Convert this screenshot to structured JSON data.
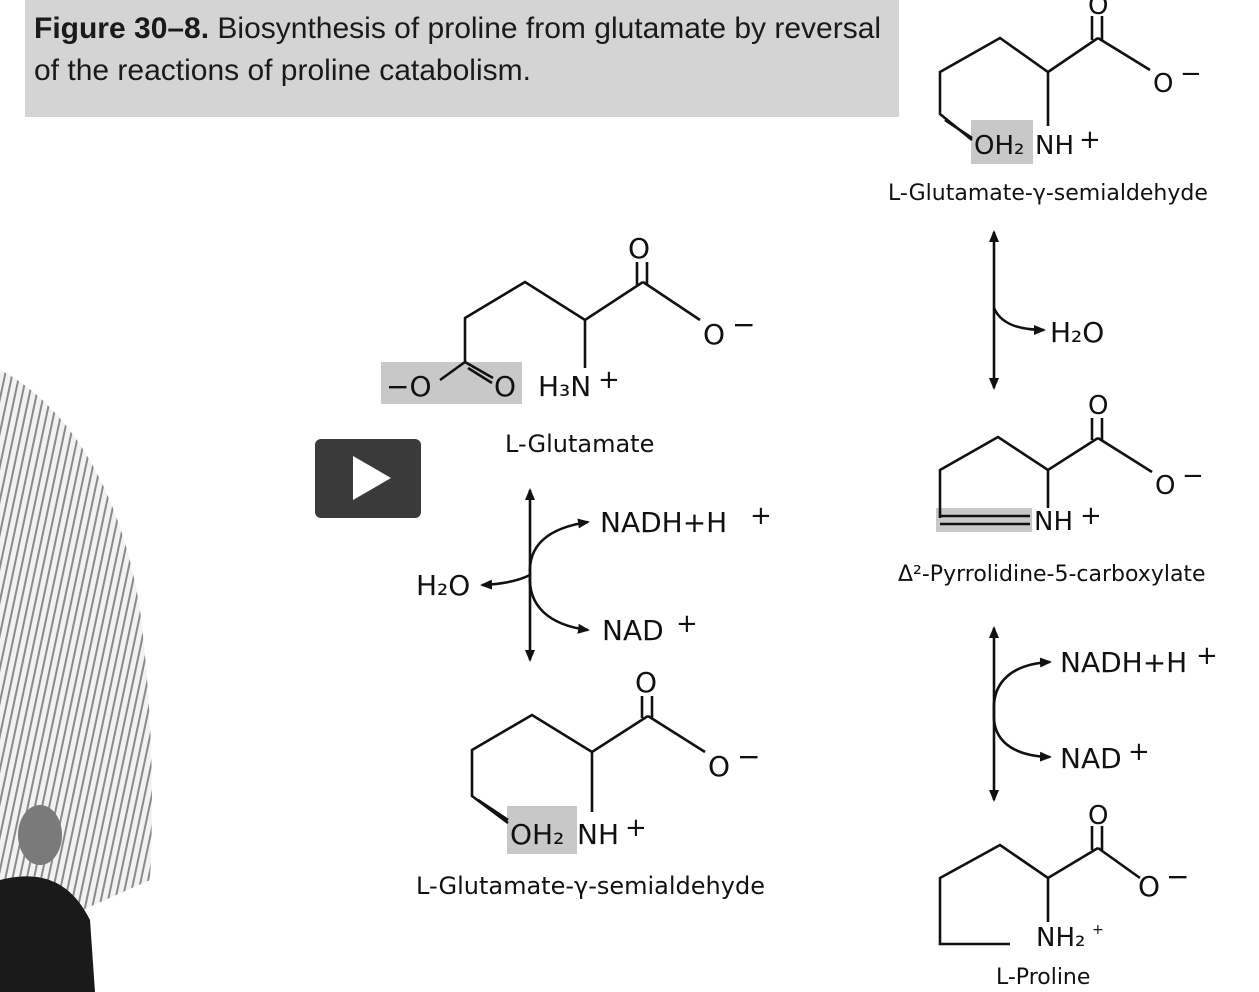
{
  "caption": {
    "figure_number": "Figure 30–8.",
    "text": "Biosynthesis of proline from glutamate by reversal of the reactions of proline catabolism."
  },
  "molecules": {
    "glutamate": {
      "name": "L-Glutamate",
      "carbonyl_o": "O",
      "carboxylate_o": "O",
      "carboxylate_charge": "−",
      "side_o_left": "−O",
      "side_o_right": "O",
      "amine": "H₃N",
      "amine_charge": "+"
    },
    "semialdehyde_left": {
      "name": "L-Glutamate-γ-semialdehyde",
      "carbonyl_o": "O",
      "carboxylate_o": "O",
      "carboxylate_charge": "−",
      "aldehyde_group": "OH₂",
      "amine": "NH",
      "amine_charge": "+"
    },
    "semialdehyde_right": {
      "name": "L-Glutamate-γ-semialdehyde",
      "carbonyl_o": "O",
      "carboxylate_o": "O",
      "carboxylate_charge": "−",
      "aldehyde_group": "OH₂",
      "amine": "NH",
      "amine_charge": "+"
    },
    "p5c": {
      "name": "Δ²-Pyrrolidine-5-carboxylate",
      "carbonyl_o": "O",
      "carboxylate_o": "O",
      "carboxylate_charge": "−",
      "amine": "NH",
      "amine_charge": "+"
    },
    "proline": {
      "name": "L-Proline",
      "carbonyl_o": "O",
      "carboxylate_o": "O",
      "carboxylate_charge": "−",
      "amine": "NH₂",
      "amine_charge": "+"
    }
  },
  "reactions": {
    "step1": {
      "product_top": "NADH+H",
      "product_top_charge": "+",
      "product_bottom": "NAD",
      "product_bottom_charge": "+",
      "side": "H₂O"
    },
    "step2": {
      "side": "H₂O"
    },
    "step3": {
      "product_top": "NADH+H",
      "product_top_charge": "+",
      "product_bottom": "NAD",
      "product_bottom_charge": "+"
    }
  },
  "colors": {
    "caption_bg": "#d4d4d4",
    "highlight": "#c8c8c8",
    "ink": "#111111",
    "play_button": "#3a3a3a"
  },
  "icons": {
    "play": "play-icon"
  }
}
